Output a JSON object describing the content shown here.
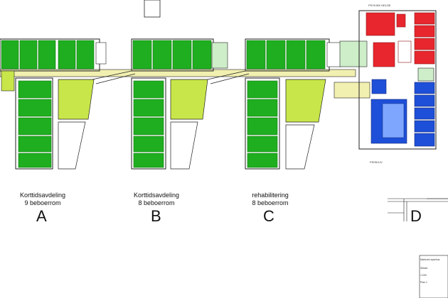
{
  "colors": {
    "bedroom_green": "#1fae1f",
    "bedroom_dark": "#127a12",
    "common_lime": "#c8e64a",
    "pale_green": "#cdeec9",
    "psych_red": "#e8262d",
    "friskliv_blue": "#1e4fd8",
    "corridor_yellow": "#f2f0b0",
    "wall": "#222222"
  },
  "wings": [
    {
      "id": "A",
      "letter": "A",
      "line1": "Korttidsavdeling",
      "line2": "9 beboerrom"
    },
    {
      "id": "B",
      "letter": "B",
      "line1": "Korttidsavdeling",
      "line2": "8 beboerrom"
    },
    {
      "id": "C",
      "letter": "C",
      "line1": "rehabilitering",
      "line2": "8 beboerrom"
    },
    {
      "id": "D",
      "letter": "D",
      "line1": "",
      "line2": ""
    }
  ],
  "zones": {
    "psych": "PSYKISK HELSE",
    "friskliv": "FRISKLIV"
  },
  "title_block": {
    "rows": [
      "Mørkved sykehus",
      "Skisse",
      "1:200",
      "Plan 1"
    ]
  }
}
